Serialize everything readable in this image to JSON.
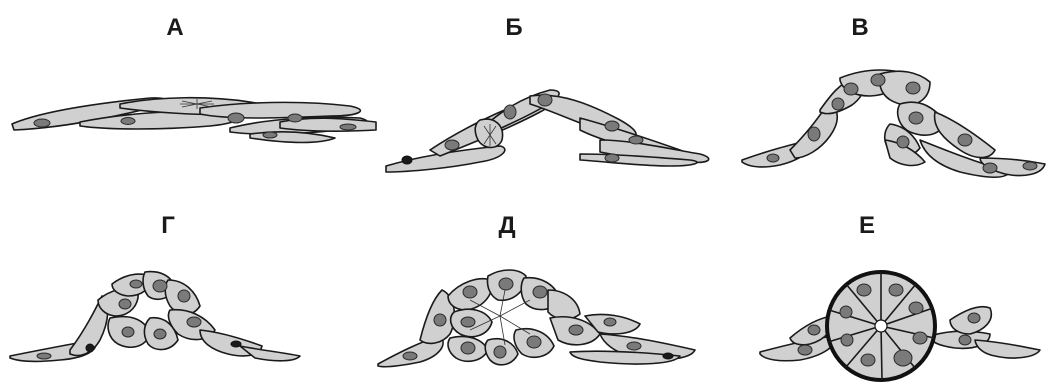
{
  "panels": [
    {
      "id": "a",
      "label": "А"
    },
    {
      "id": "b",
      "label": "Б"
    },
    {
      "id": "v",
      "label": "В"
    },
    {
      "id": "g",
      "label": "Г"
    },
    {
      "id": "d",
      "label": "Д"
    },
    {
      "id": "e",
      "label": "Е"
    }
  ],
  "colors": {
    "cell_fill": "#d0d0d0",
    "nucleus_fill": "#7a7a7a",
    "outline": "#1a1a1a"
  }
}
